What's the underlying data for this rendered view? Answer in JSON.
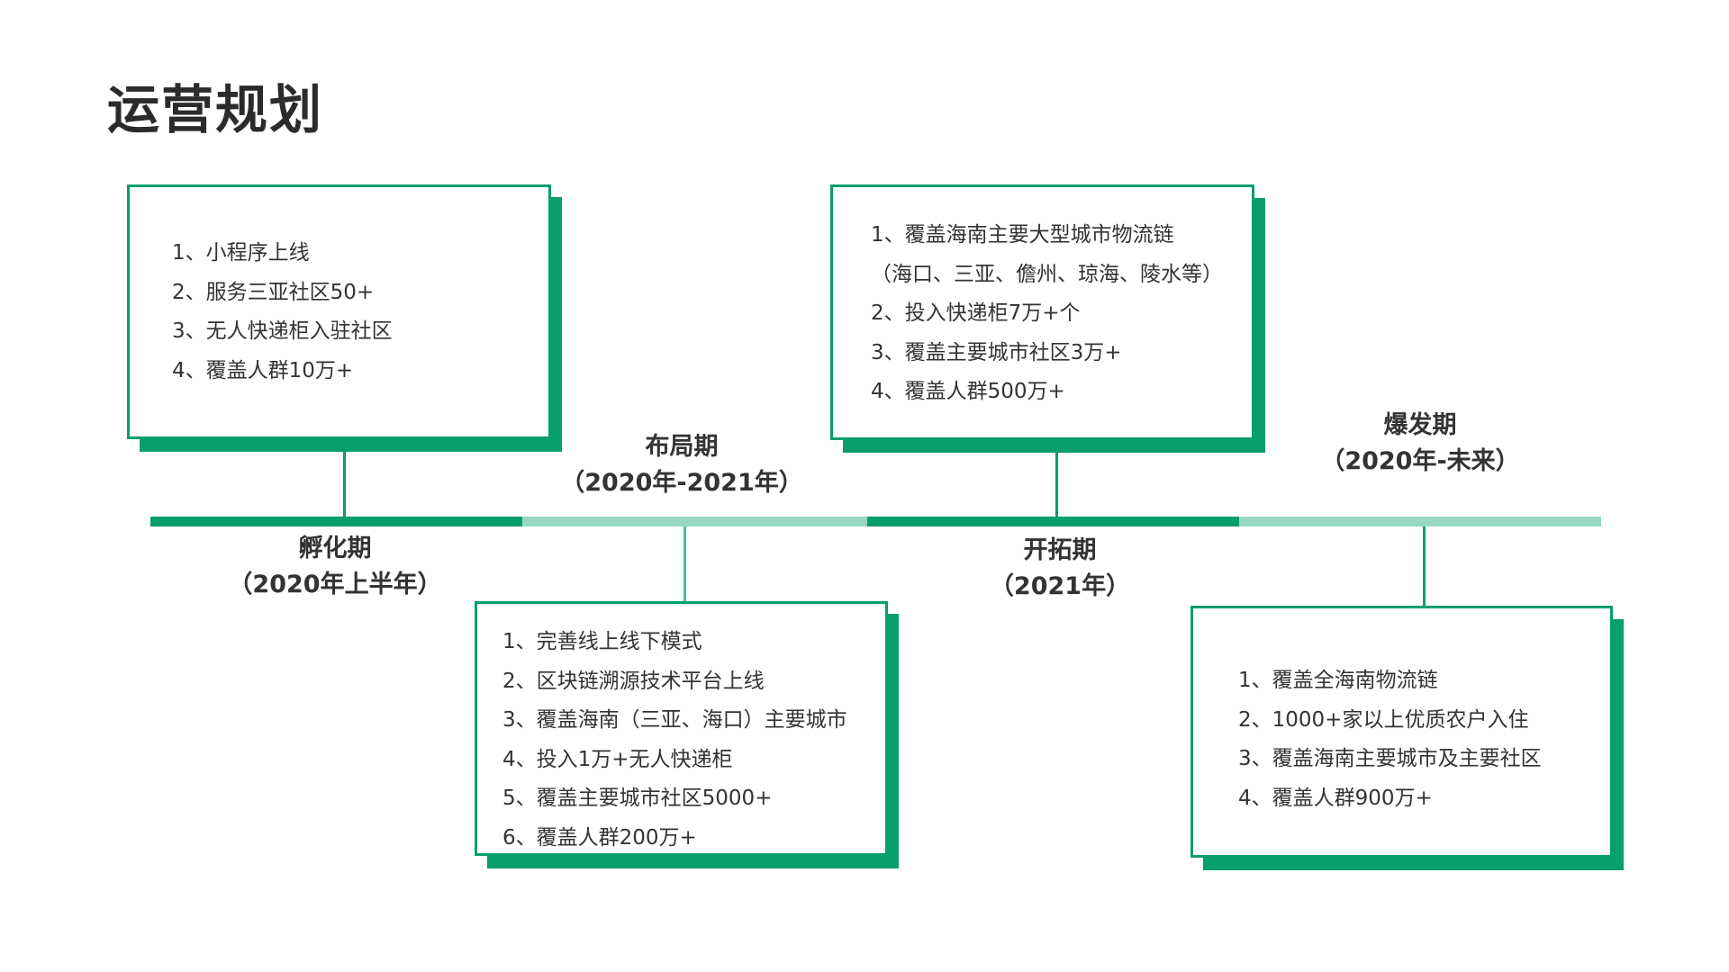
{
  "title": "运营规划",
  "colors": {
    "dark_green": "#079f6a",
    "light_green": "#98d8c1",
    "text": "#333333"
  },
  "phases": [
    {
      "name": "孵化期",
      "period": "（2020年上半年）",
      "items": [
        "1、小程序上线",
        "2、服务三亚社区50+",
        "3、无人快递柜入驻社区",
        "4、覆盖人群10万+"
      ]
    },
    {
      "name": "布局期",
      "period": "（2020年-2021年）",
      "items": [
        "1、完善线上线下模式",
        "2、区块链溯源技术平台上线",
        "3、覆盖海南（三亚、海口）主要城市",
        "4、投入1万+无人快递柜",
        "5、覆盖主要城市社区5000+",
        "6、覆盖人群200万+"
      ]
    },
    {
      "name": "开拓期",
      "period": "（2021年）",
      "items": [
        "1、覆盖海南主要大型城市物流链",
        "（海口、三亚、儋州、琼海、陵水等）",
        "2、投入快递柜7万+个",
        "3、覆盖主要城市社区3万+",
        "4、覆盖人群500万+"
      ]
    },
    {
      "name": "爆发期",
      "period": "（2020年-未来）",
      "items": [
        "1、覆盖全海南物流链",
        "2、1000+家以上优质农户入住",
        "3、覆盖海南主要城市及主要社区",
        "4、覆盖人群900万+"
      ]
    }
  ]
}
